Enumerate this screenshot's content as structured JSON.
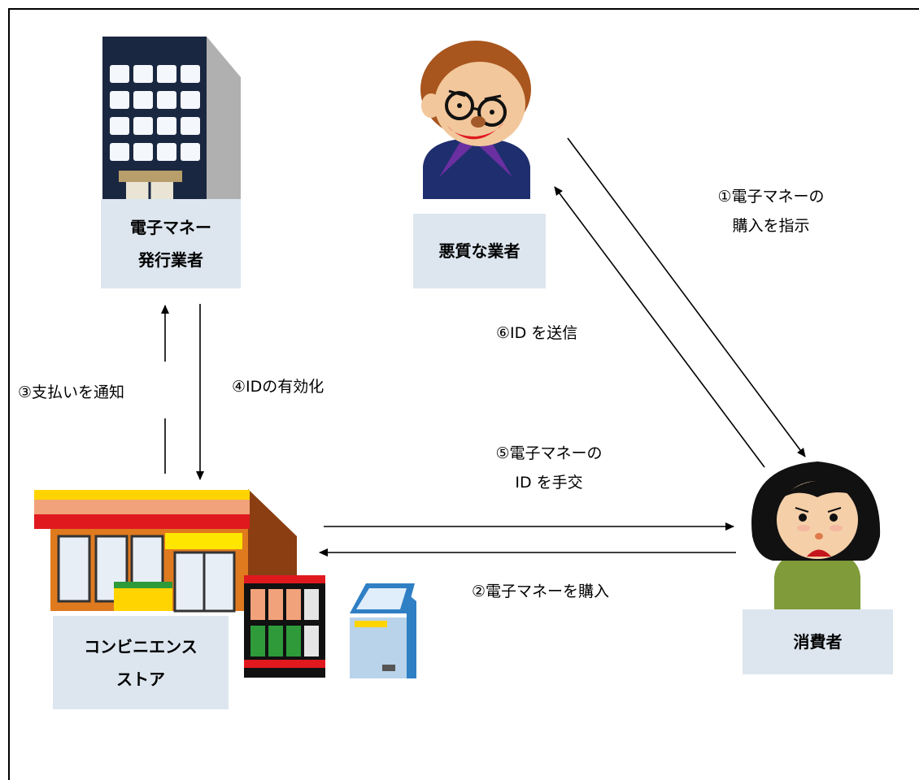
{
  "nodes": {
    "issuer": {
      "line1": "電子マネー",
      "line2": "発行業者"
    },
    "scammer": {
      "line1": "悪質な業者"
    },
    "store": {
      "line1": "コンビニエンス",
      "line2": "ストア"
    },
    "consumer": {
      "line1": "消費者"
    }
  },
  "edges": {
    "step1": {
      "line1": "①電子マネーの",
      "line2": "購入を指示"
    },
    "step2": {
      "line1": "②電子マネーを購入"
    },
    "step3": {
      "line1": "③支払いを通知"
    },
    "step4": {
      "line1": "④IDの有効化"
    },
    "step5": {
      "line1": "⑤電子マネーの",
      "line2": "ID を手交"
    },
    "step6": {
      "line1": "⑥ID を送信"
    }
  },
  "colors": {
    "label_bg": "#dde6ef",
    "building_dark": "#1a2740",
    "building_side": "#aaaaaa",
    "store_orange": "#e07a1f",
    "store_red": "#e0191f",
    "store_yellow": "#ffe600",
    "scammer_shirt": "#1f2e6e",
    "consumer_shirt": "#7f9b3a",
    "atm_blue": "#2f7fc4"
  }
}
